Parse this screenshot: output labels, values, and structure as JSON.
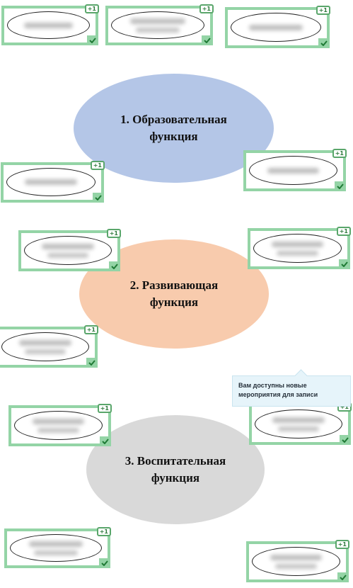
{
  "functions": [
    {
      "label": "1. Образовательная\nфункция",
      "color": "#b4c6e7"
    },
    {
      "label": "2. Развивающая\nфункция",
      "color": "#f8cbad"
    },
    {
      "label": "3. Воспитательная\nфункция",
      "color": "#d9d9d9"
    }
  ],
  "card_badge": "+1",
  "notification": {
    "text": "Вам доступны новые мероприятия для записи"
  },
  "colors": {
    "card_border": "#94d4a6",
    "tooltip_bg": "#e6f4fa"
  },
  "icons": {
    "card_corner": "check-icon"
  }
}
